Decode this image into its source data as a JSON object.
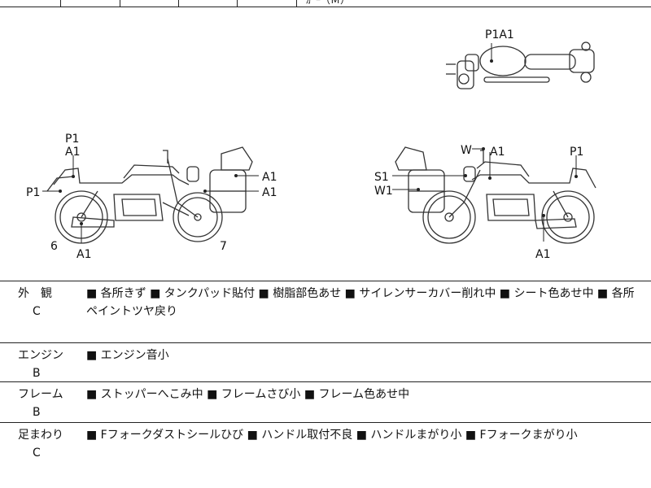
{
  "header": {
    "partial_text": "ｶﾞｰ（Ｍ）"
  },
  "diagram": {
    "top_view_label": "P1A1",
    "left_side": {
      "labels": [
        "P1",
        "A1",
        "P1",
        "A1",
        "A1",
        "6",
        "A1",
        "7"
      ]
    },
    "right_side": {
      "labels": [
        "W",
        "A1",
        "P1",
        "S1",
        "W1",
        "A1"
      ]
    }
  },
  "sections": [
    {
      "category": "外　観",
      "grade": "C",
      "items_text": "■ 各所きず ■ タンクパッド貼付 ■ 樹脂部色あせ ■ サイレンサーカバー削れ中 ■ シート色あせ中 ■ 各所ペイントツヤ戻り"
    },
    {
      "category": "エンジン",
      "grade": "B",
      "items_text": "■ エンジン音小"
    },
    {
      "category": "フレーム",
      "grade": "B",
      "items_text": "■ ストッパーへこみ中 ■ フレームさび小 ■ フレーム色あせ中"
    },
    {
      "category": "足まわり",
      "grade": "C",
      "items_text": "■ Fフォークダストシールひび ■ ハンドル取付不良 ■ ハンドルまがり小 ■ Fフォークまがり小"
    }
  ]
}
